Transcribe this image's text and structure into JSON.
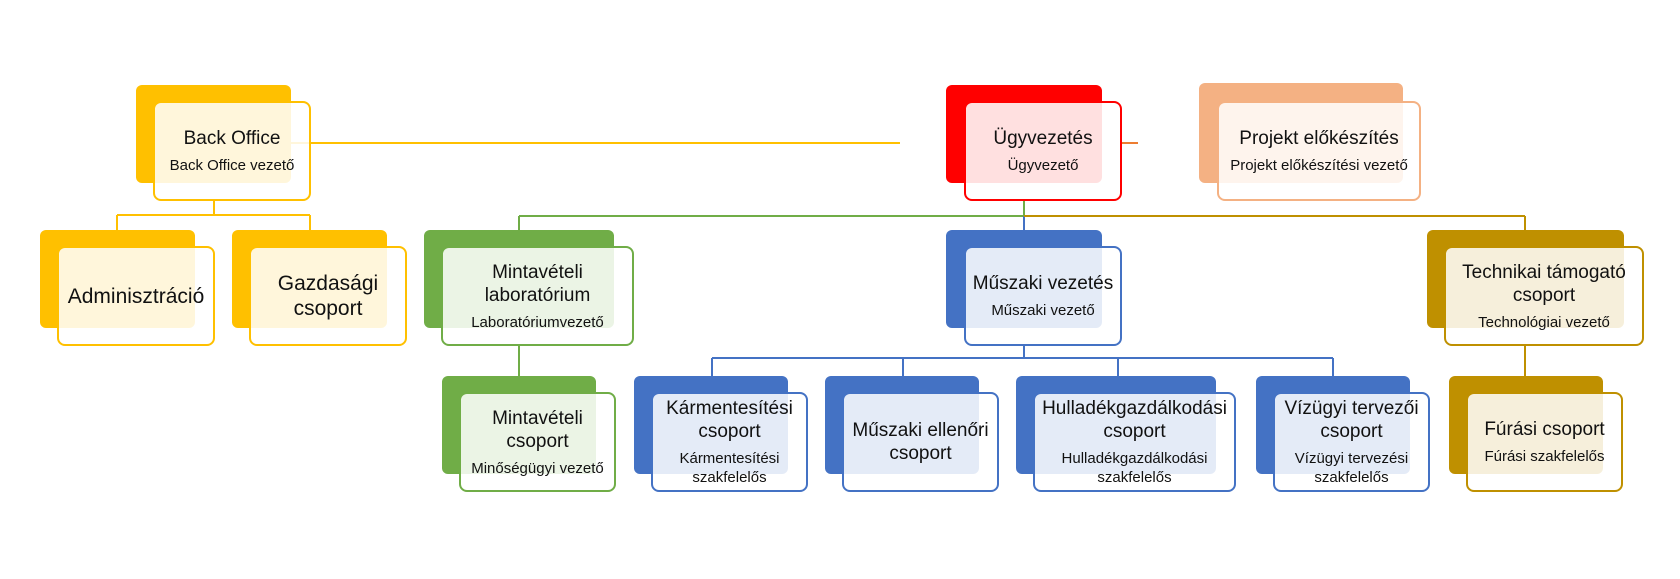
{
  "colors": {
    "yellow": "#ffc000",
    "red": "#ff0000",
    "salmon": "#f4b183",
    "green": "#70ad47",
    "blue": "#4472c4",
    "gold": "#bf9000"
  },
  "nodes": {
    "back_office": {
      "title": "Back Office",
      "sub": "Back Office vezető"
    },
    "adminisztracio": {
      "title": "Adminisztráció"
    },
    "gazdasagi": {
      "title": "Gazdasági csoport"
    },
    "ugyvezetes": {
      "title": "Ügyvezetés",
      "sub": "Ügyvezető"
    },
    "projekt": {
      "title": "Projekt előkészítés",
      "sub": "Projekt előkészítési vezető"
    },
    "mintaveteli_lab": {
      "title": "Mintavételi laboratórium",
      "sub": "Laboratóriumvezető"
    },
    "muszaki_vezetes": {
      "title": "Műszaki vezetés",
      "sub": "Műszaki vezető"
    },
    "technikai": {
      "title": "Technikai támogató csoport",
      "sub": "Technológiai vezető"
    },
    "mintaveteli_csoport": {
      "title": "Mintavételi csoport",
      "sub": "Minőségügyi vezető"
    },
    "karmentesitesi": {
      "title": "Kármentesítési csoport",
      "sub": "Kármentesítési szakfelelős"
    },
    "muszaki_ellenori": {
      "title": "Műszaki ellenőri csoport"
    },
    "hulladek": {
      "title": "Hulladékgazdálkodási csoport",
      "sub": "Hulladékgazdálkodási szakfelelős"
    },
    "vizugyi": {
      "title": "Vízügyi tervezői csoport",
      "sub": "Vízügyi tervezési szakfelelős"
    },
    "furasi": {
      "title": "Fúrási csoport",
      "sub": "Fúrási szakfelelős"
    }
  }
}
